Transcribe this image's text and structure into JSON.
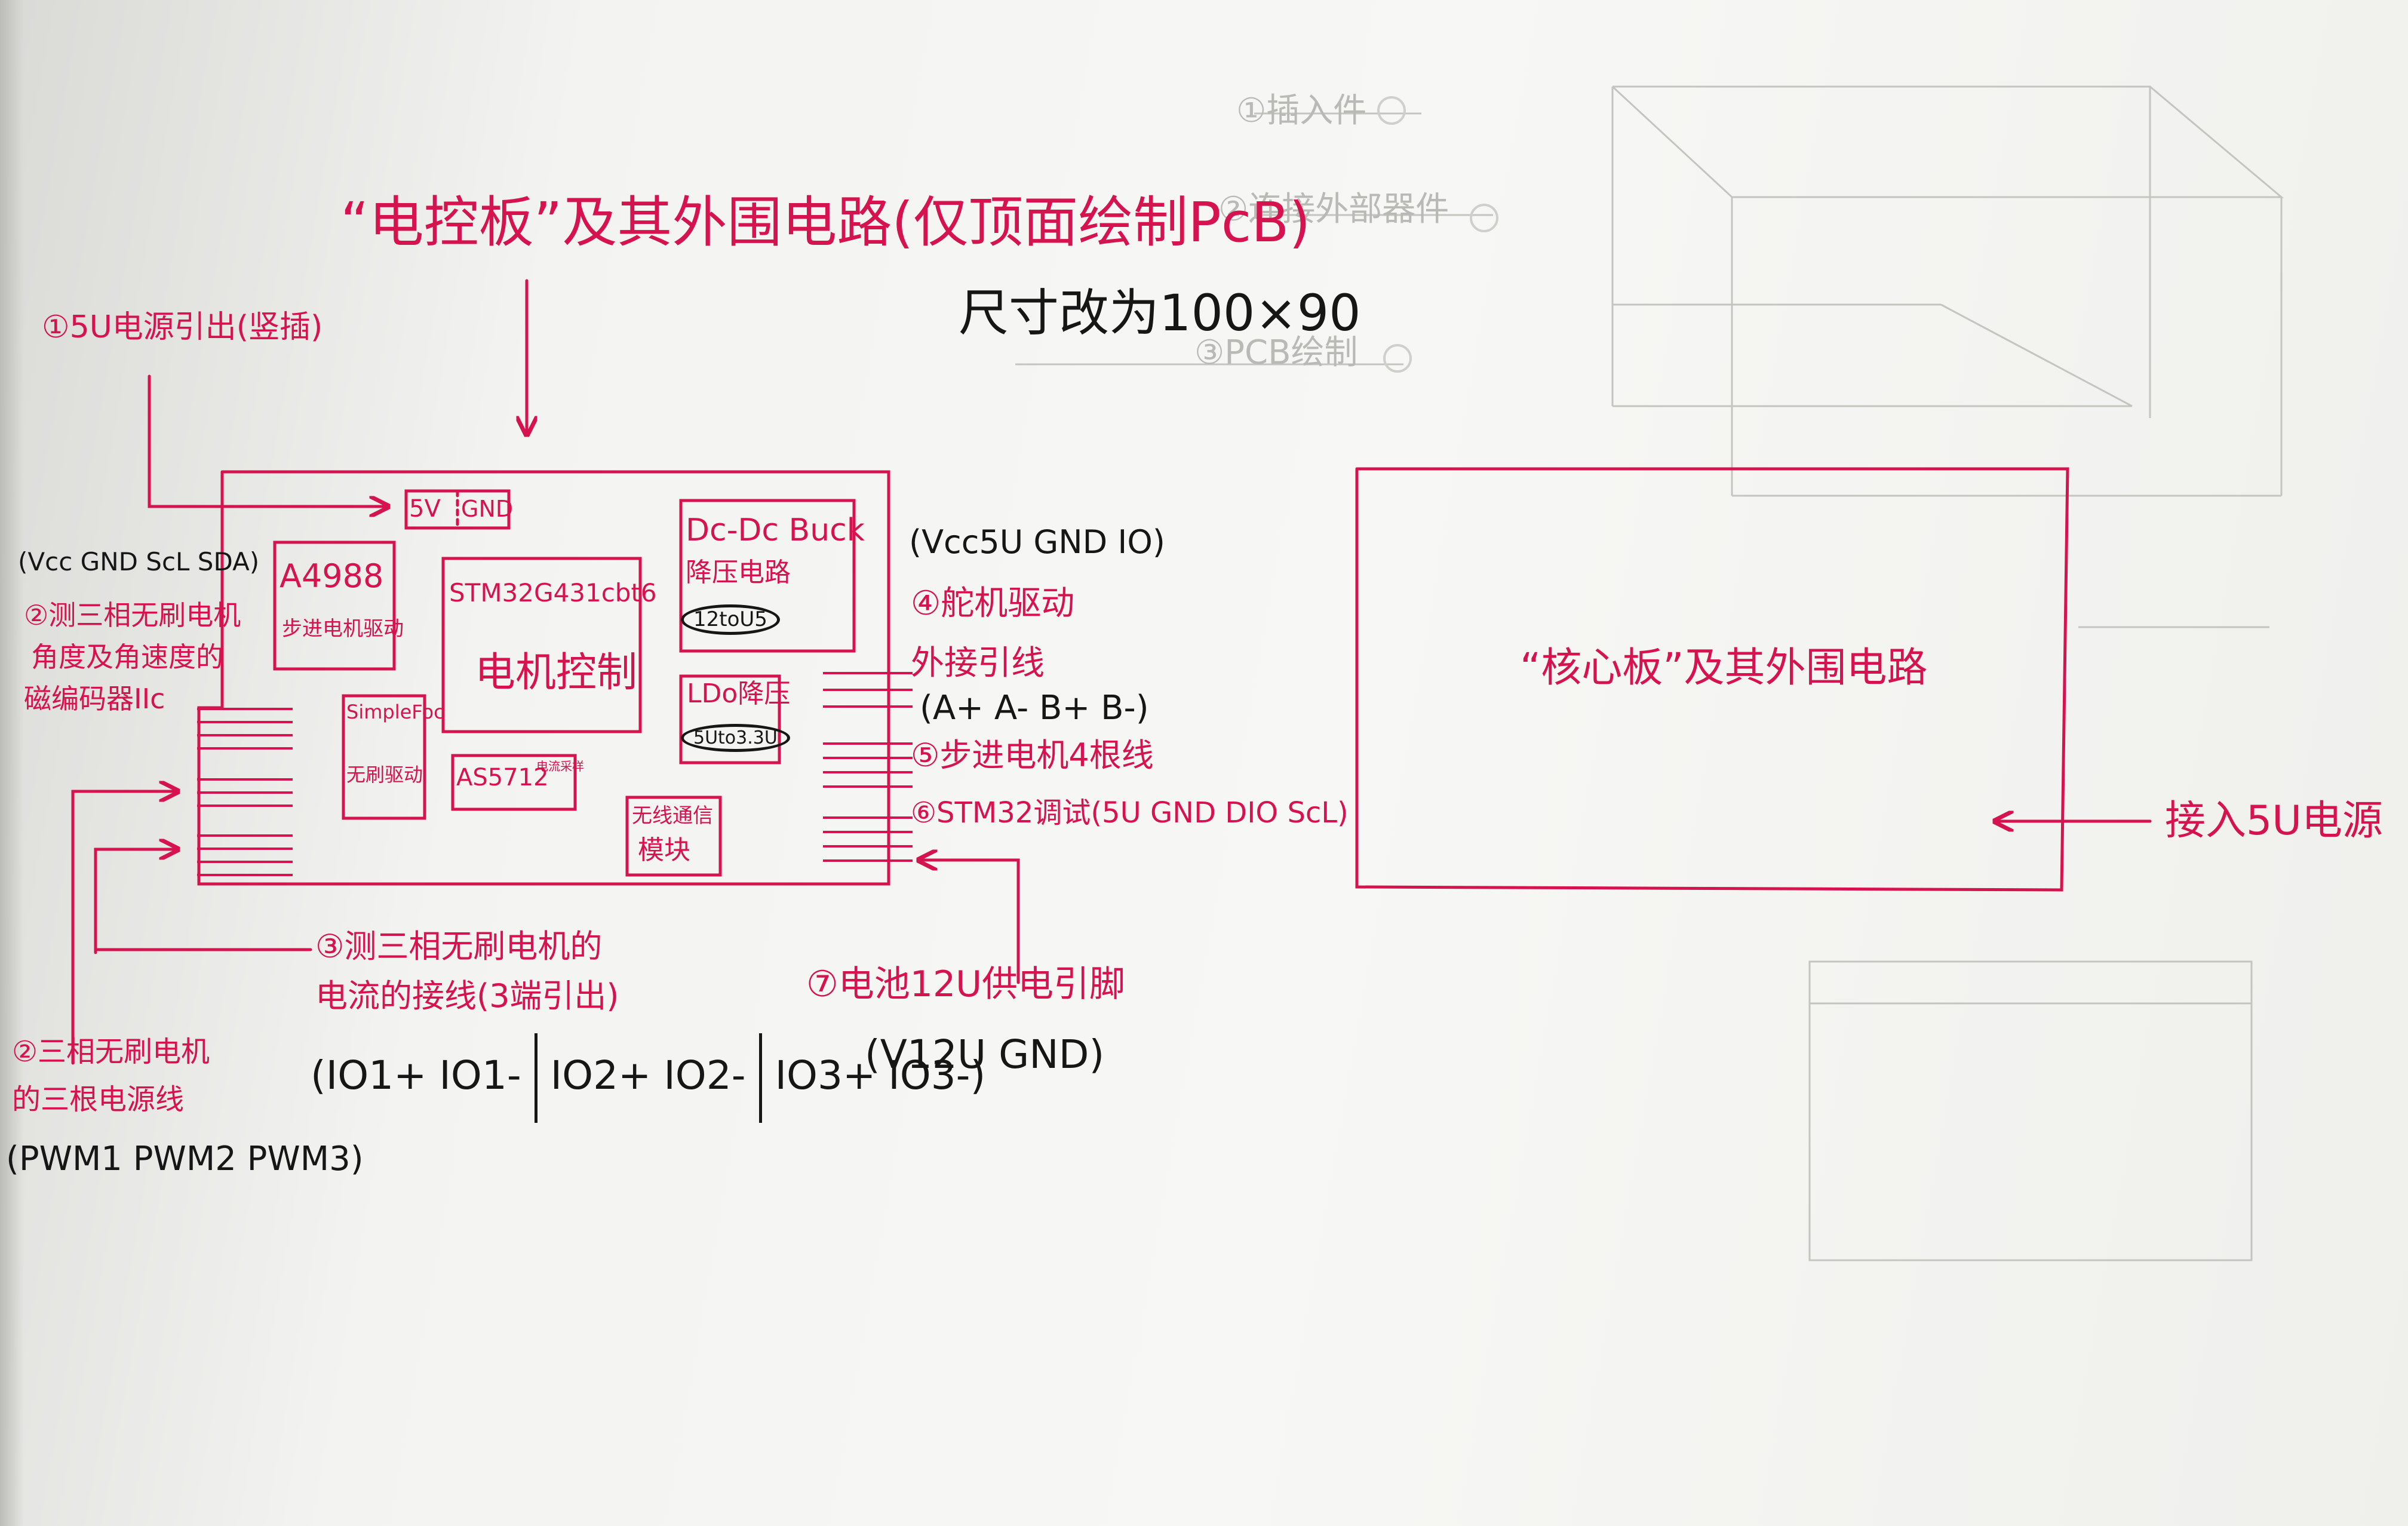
{
  "title": "“电控板”及其外围电路(仅顶面绘制PcB)",
  "size_note": "尺寸改为100×90",
  "control_board": {
    "power_header": {
      "v": "5V",
      "gnd": "GND"
    },
    "a4988": {
      "name": "A4988",
      "sub": "步进电机驱动"
    },
    "mcu": {
      "name": "STM32G431cbt6",
      "sub": "电机控制"
    },
    "simplefoc": {
      "name": "SimpleFoc",
      "sub": "无刷驱动"
    },
    "as5712": {
      "name": "AS5712",
      "sub": "电流采样"
    },
    "wireless": {
      "line1": "无线通信",
      "line2": "模块"
    },
    "buck": {
      "line1": "Dc-Dc Buck",
      "line2": "降压电路",
      "spec": "12toU5"
    },
    "ldo": {
      "line1": "LDo降压",
      "spec": "5Uto3.3U"
    }
  },
  "annotations": {
    "a1": "①5U电源引出(竖插)",
    "a2_pins": "(Vcc GND ScL SDA)",
    "a2_l1": "②测三相无刷电机",
    "a2_l2": "角度及角速度的",
    "a2_l3": "磁编码器IIc",
    "a2b_l1": "②三相无刷电机",
    "a2b_l2": "的三根电源线",
    "a2b_pins": "(PWM1 PWM2 PWM3)",
    "a3_l1": "③测三相无刷电机的",
    "a3_l2": "电流的接线(3端引出)",
    "a3_pins": [
      "(IO1+ IO1-",
      "IO2+ IO2-",
      "IO3+ IO3-)"
    ],
    "a4_pins": "(Vcc5U GND IO)",
    "a4": "④舵机驱动",
    "a4b": "外接引线",
    "a5_pins": "(A+ A- B+ B-)",
    "a5": "⑤步进电机4根线",
    "a6": "⑥STM32调试(5U GND DIO ScL)",
    "a7": "⑦电池12U供电引脚",
    "a7_pins": "(V12U GND)"
  },
  "core_board": {
    "title": "“核心板”及其外围电路",
    "power_in": "接入5U电源"
  },
  "ghost_text": [
    "①插入件",
    "②连接外部器件",
    "③PCB绘制"
  ],
  "colors": {
    "ink_red": "#d5134f",
    "ink_black": "#161616",
    "pencil": "#b9b9b6",
    "paper": "#f5f5f3"
  }
}
